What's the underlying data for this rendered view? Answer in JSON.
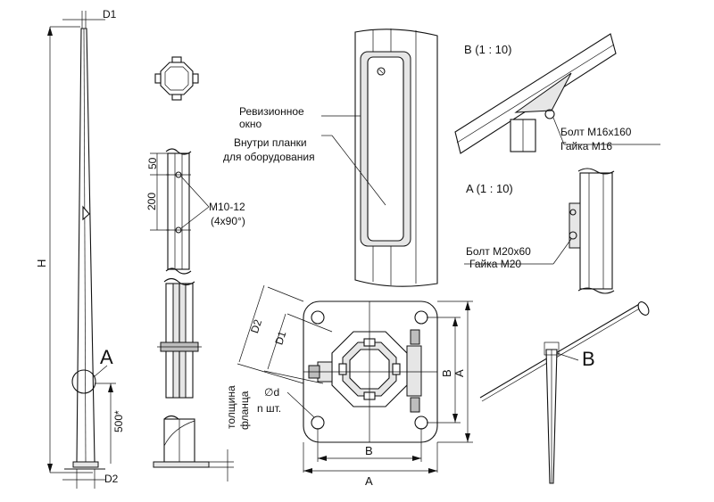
{
  "labels": {
    "d1_top": "D1",
    "d2_bottom": "D2",
    "h": "H",
    "size_500": "500*",
    "callout_a": "A",
    "callout_b": "B",
    "dim_50": "50",
    "dim_200": "200",
    "bolt_m10": "M10-12",
    "bolt_m10_count": "(4x90°)",
    "flange_thickness_1": "толщина",
    "flange_thickness_2": "фланца",
    "revision_1": "Ревизионное",
    "revision_2": "окно",
    "plank_1": "Внутри планки",
    "plank_2": "для оборудования",
    "view_b": "B (1 : 10)",
    "view_a": "A (1 : 10)",
    "bolt_b_1": "Болт М16х160",
    "bolt_b_2": "Гайка М16",
    "bolt_a_1": "Болт М20х60",
    "bolt_a_2": "Гайка М20",
    "flange_d2": "D2",
    "flange_d1": "D1",
    "flange_hole": "∅d",
    "flange_holes_n": "n шт.",
    "flange_b_bottom": "B",
    "flange_a_bottom": "A",
    "flange_b_right": "B",
    "flange_a_right": "A"
  }
}
